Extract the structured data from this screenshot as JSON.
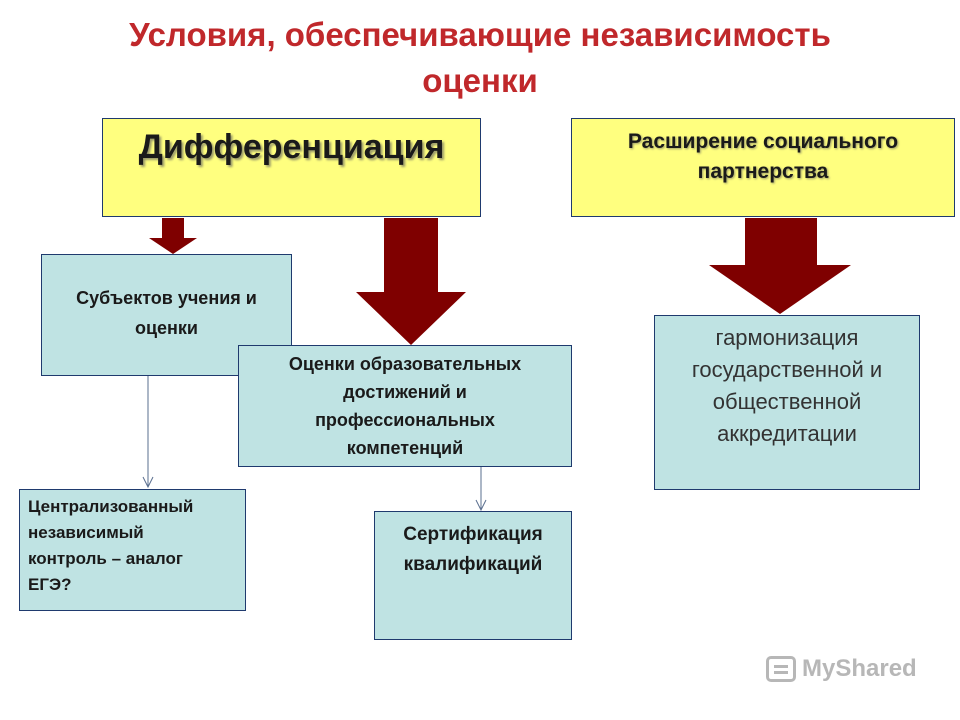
{
  "title": {
    "line1": "Условия, обеспечивающие независимость",
    "line2": "оценки"
  },
  "nodes": {
    "differentiation": "Дифференциация",
    "partnership": {
      "line1": "Расширение социального",
      "line2": "партнерства"
    },
    "subjects": {
      "line1": "Субъектов учения и",
      "line2": "оценки"
    },
    "achievements": {
      "line1": "Оценки  образовательных",
      "line2": "достижений и",
      "line3": "профессиональных",
      "line4": "компетенций"
    },
    "harmonization": {
      "line1": "гармонизация",
      "line2": "государственной и",
      "line3": "общественной",
      "line4": "аккредитации"
    },
    "centralized": {
      "line1": "Централизованный",
      "line2": "независимый",
      "line3": "контроль – аналог",
      "line4": "ЕГЭ?"
    },
    "certification": {
      "line1": "Сертификация",
      "line2": "квалификаций"
    }
  },
  "watermark": "MyShared",
  "colors": {
    "title": "#c0282b",
    "arrow": "#7f0000",
    "yellow_box": "#ffff7f",
    "teal_box": "#bfe3e3",
    "border": "#1f3a6e"
  }
}
